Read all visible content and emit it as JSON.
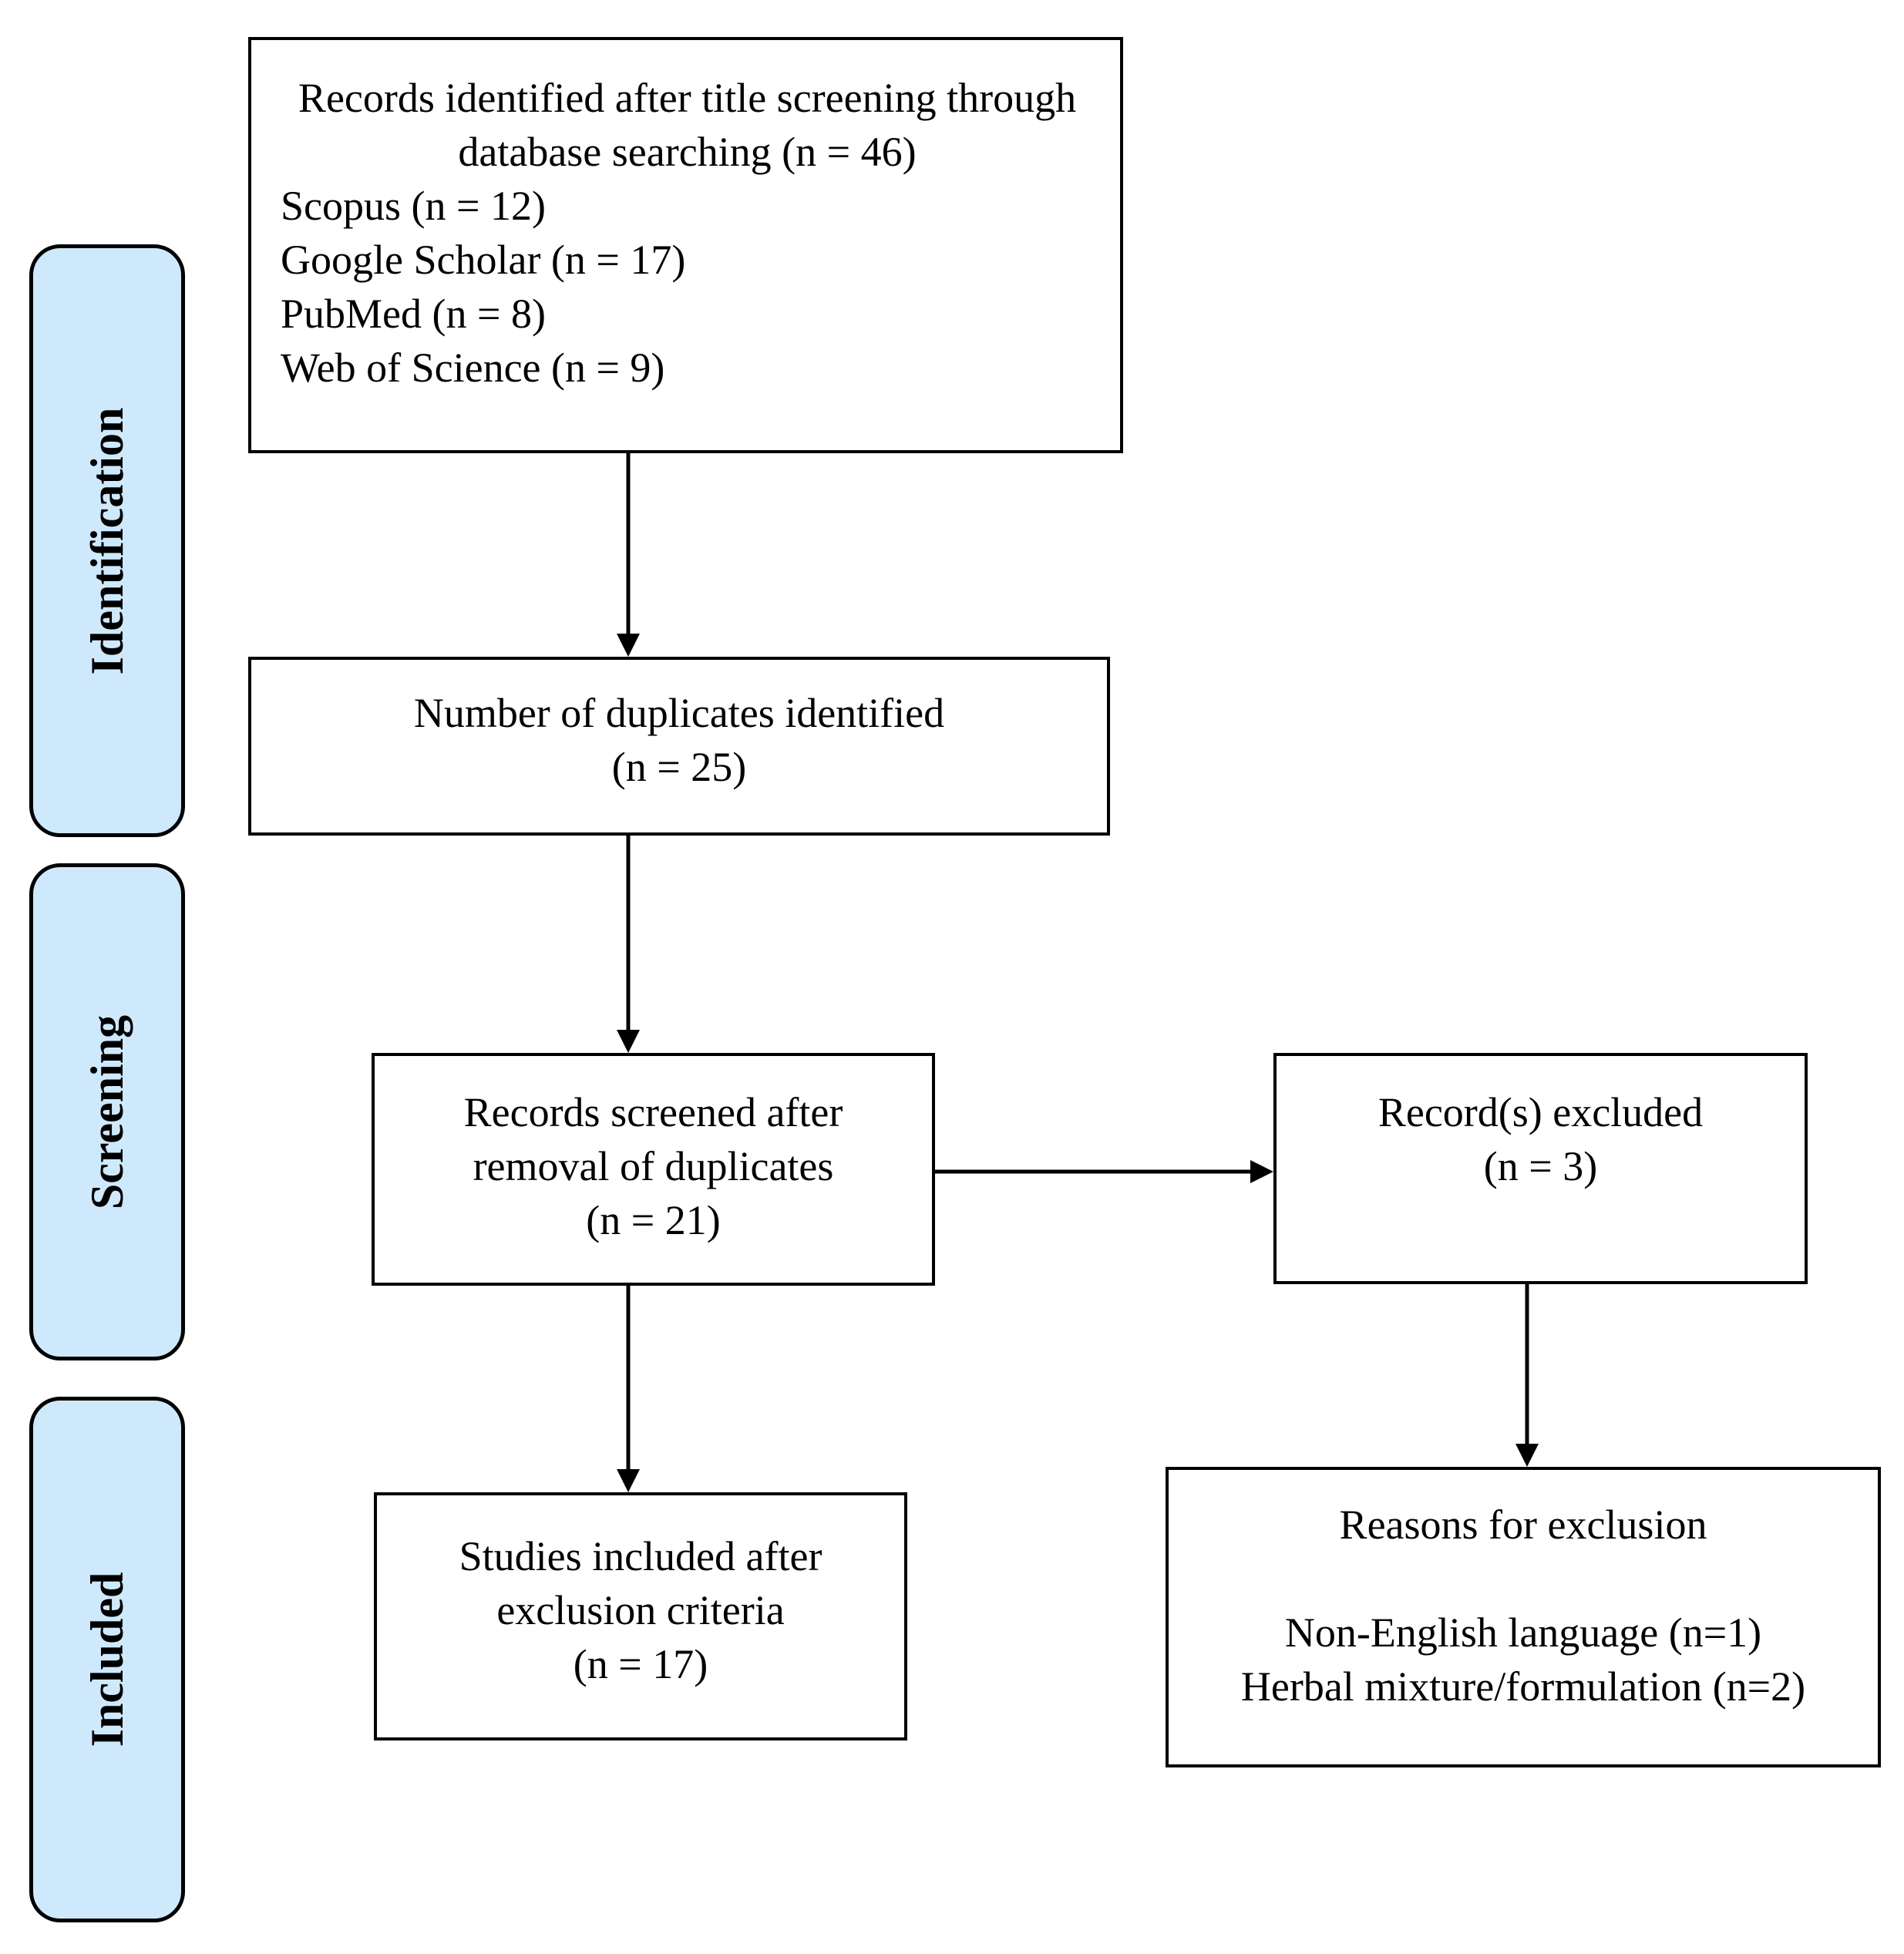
{
  "colors": {
    "stage_fill": "#cfe9fc",
    "border": "#000000",
    "arrow": "#000000",
    "background": "#ffffff"
  },
  "stages": {
    "identification": "Identification",
    "screening": "Screening",
    "included": "Included"
  },
  "identified": {
    "line1": "Records identified after title screening through",
    "line2": "database searching (n = 46)",
    "sources": [
      "Scopus (n = 12)",
      "Google Scholar (n = 17)",
      "PubMed (n = 8)",
      "Web of Science (n = 9)"
    ]
  },
  "duplicates": {
    "line1": "Number of duplicates identified",
    "line2": "(n = 25)"
  },
  "screened": {
    "line1": "Records screened after",
    "line2": "removal of duplicates",
    "line3": "(n = 21)"
  },
  "excluded": {
    "line1": "Record(s) excluded",
    "line2": "(n = 3)"
  },
  "included": {
    "line1": "Studies included after",
    "line2": "exclusion criteria",
    "line3": "(n = 17)"
  },
  "reasons": {
    "title": "Reasons for exclusion",
    "items": [
      "Non-English language (n=1)",
      "Herbal mixture/formulation (n=2)"
    ]
  }
}
